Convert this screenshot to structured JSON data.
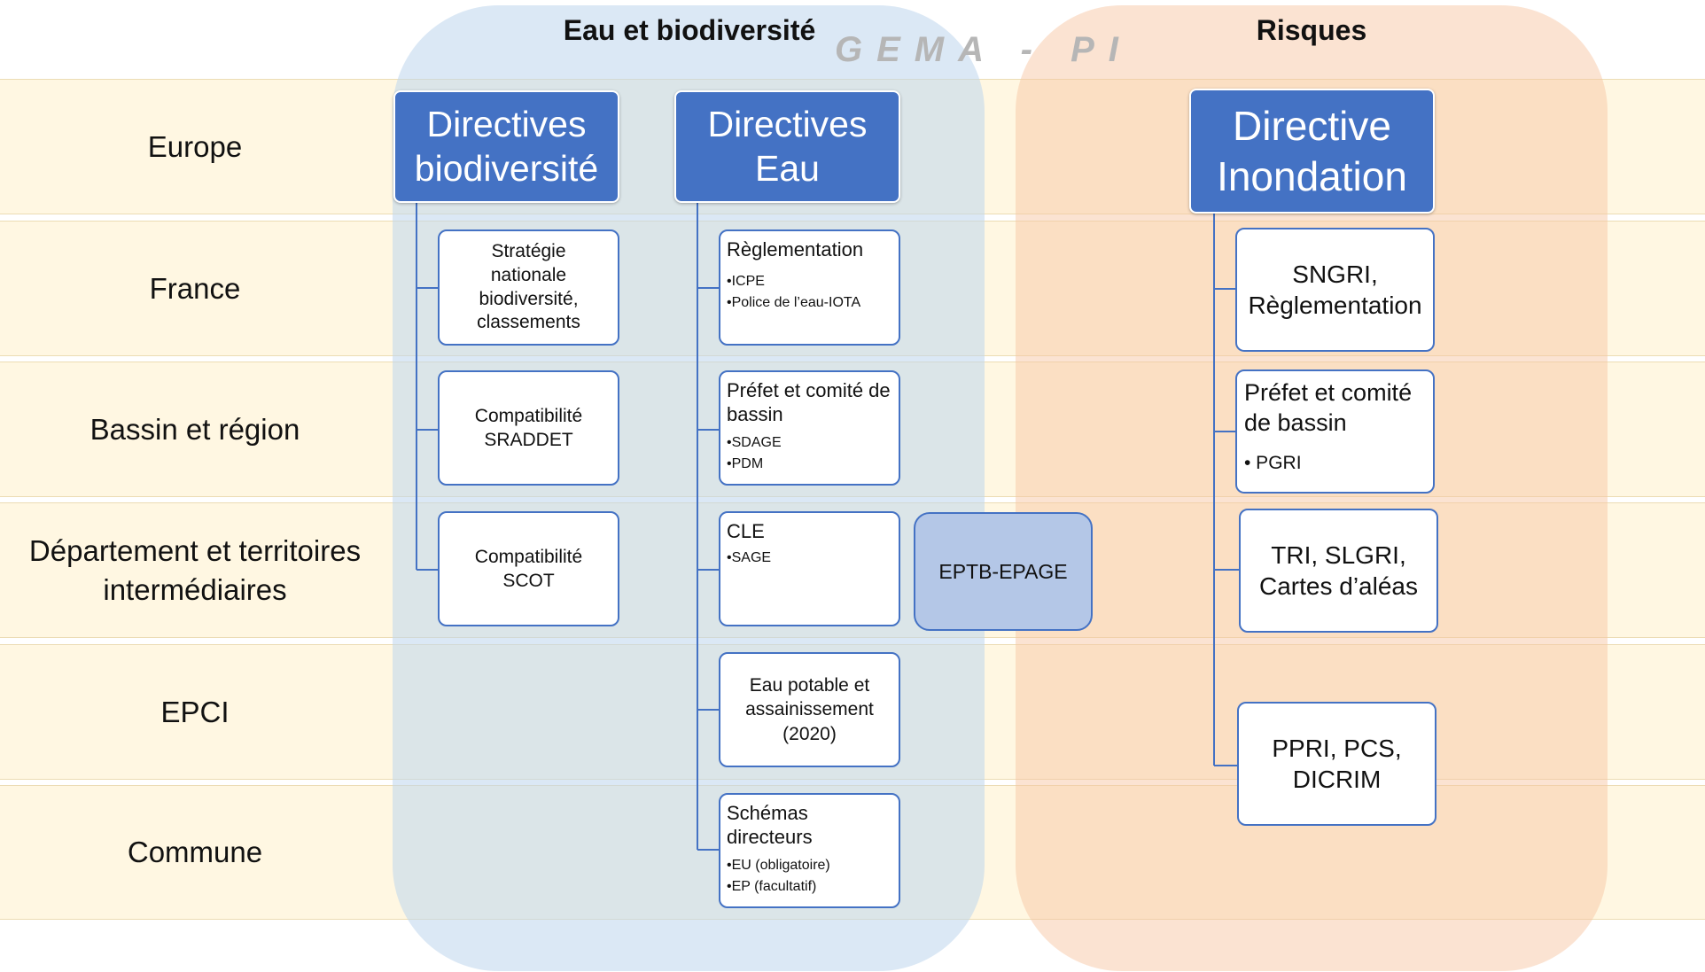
{
  "bands": [
    {
      "label": "Europe"
    },
    {
      "label": "France"
    },
    {
      "label": "Bassin et région"
    },
    {
      "label": "Département et territoires intermédiaires"
    },
    {
      "label": "EPCI"
    },
    {
      "label": "Commune"
    }
  ],
  "regions": {
    "eau": {
      "title": "Eau et biodiversité"
    },
    "risques": {
      "title": "Risques"
    }
  },
  "watermark": "GEMA - PI",
  "columns": {
    "biodiversite": {
      "header": [
        "Directives",
        "biodiversité"
      ],
      "items": [
        {
          "lines": [
            "Stratégie",
            "nationale",
            "biodiversité,",
            "classements"
          ]
        },
        {
          "lines": [
            "Compatibilité",
            "SRADDET"
          ]
        },
        {
          "lines": [
            "Compatibilité",
            "SCOT"
          ]
        }
      ]
    },
    "eau": {
      "header": [
        "Directives",
        "Eau"
      ],
      "items": [
        {
          "title": "Règlementation",
          "bullets": [
            "•ICPE",
            "•Police de l’eau-IOTA"
          ]
        },
        {
          "title": "Préfet et comité de bassin",
          "bullets": [
            "•SDAGE",
            "•PDM"
          ]
        },
        {
          "title": "CLE",
          "bullets": [
            "•SAGE"
          ]
        },
        {
          "lines": [
            "Eau potable et",
            "assainissement",
            "(2020)"
          ]
        },
        {
          "title": "Schémas directeurs",
          "bullets": [
            "•EU (obligatoire)",
            "•EP (facultatif)"
          ]
        }
      ]
    },
    "inondation": {
      "header": [
        "Directive",
        "Inondation"
      ],
      "items": [
        {
          "lines": [
            "SNGRI,",
            "Règlementation"
          ]
        },
        {
          "title": "Préfet et comité de bassin",
          "bullets": [
            "•  PGRI"
          ]
        },
        {
          "lines": [
            "TRI, SLGRI,",
            "Cartes d’aléas"
          ]
        },
        {
          "lines": [
            "PPRI, PCS,",
            "DICRIM"
          ]
        }
      ]
    }
  },
  "eptb": "EPTB-EPAGE",
  "colors": {
    "band": "#fff7e2",
    "region_eau": "#bed6ee",
    "region_risques": "#f6c4a0",
    "directive_fill": "#4472c4",
    "box_border": "#4472c4",
    "eptb_fill": "#b4c7e7",
    "watermark": "#b6b6b6"
  }
}
